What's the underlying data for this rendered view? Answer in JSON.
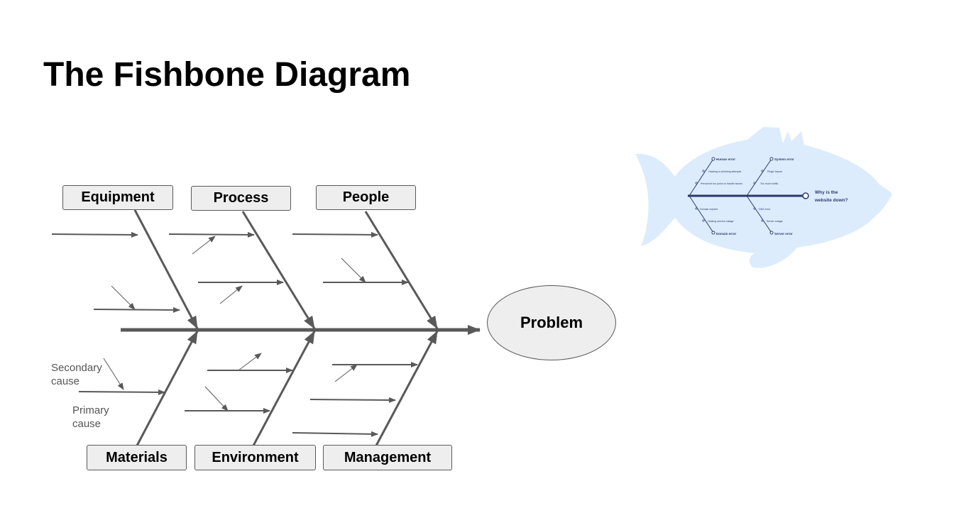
{
  "page": {
    "title": "The Fishbone Diagram"
  },
  "diagram": {
    "problem": "Problem",
    "categories": {
      "equipment": "Equipment",
      "process": "Process",
      "people": "People",
      "materials": "Materials",
      "environment": "Environment",
      "management": "Management"
    },
    "annotations": {
      "secondary_cause": "Secondary cause",
      "primary_cause": "Primary cause"
    },
    "colors": {
      "line": "#595959",
      "box_fill": "#eeeeee",
      "fish_fill": "#dcecfd",
      "fish_line": "#2a3a6b"
    }
  },
  "example_thumbnail": {
    "question": "Why is the website down?",
    "top_categories": [
      "Human error",
      "System error"
    ],
    "bottom_categories": [
      "Domain error",
      "Server error"
    ],
    "causes_left": [
      "Hacking or phishing attempts",
      "Personnel too junior to handle issues",
      "Domain expired",
      "Hosting service outage"
    ],
    "causes_right": [
      "Plugin issues",
      "Too much traffic",
      "DNS error",
      "Server outage"
    ]
  }
}
